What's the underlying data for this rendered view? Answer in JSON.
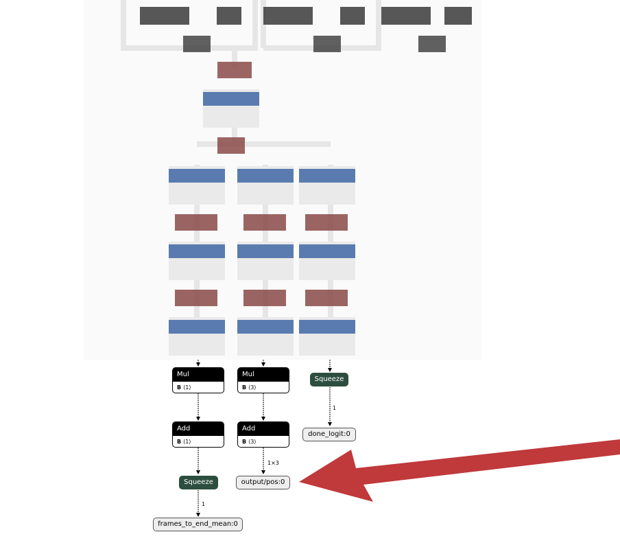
{
  "graph": {
    "mul_1": {
      "op": "Mul",
      "param": "B",
      "shape": "⟨1⟩"
    },
    "mul_2": {
      "op": "Mul",
      "param": "B",
      "shape": "⟨3⟩"
    },
    "add_1": {
      "op": "Add",
      "param": "B",
      "shape": "⟨1⟩"
    },
    "add_2": {
      "op": "Add",
      "param": "B",
      "shape": "⟨3⟩"
    },
    "squeeze_1": {
      "op": "Squeeze"
    },
    "squeeze_2": {
      "op": "Squeeze"
    },
    "outputs": {
      "frames_to_end_mean": "frames_to_end_mean:0",
      "output_pos": "output/pos:0",
      "done_logit": "done_logit:0"
    },
    "edge_labels": {
      "squeeze1_to_frames": "1",
      "add2_to_pos": "1×3",
      "squeeze2_to_done": "1"
    }
  },
  "colors": {
    "op_header": "#000000",
    "squeeze_node": "#2d4e3f",
    "io_node": "#eeeeee",
    "blurred_blue": "#4a6fa8",
    "blurred_red": "#8a4a48",
    "arrow": "#c0393b"
  }
}
